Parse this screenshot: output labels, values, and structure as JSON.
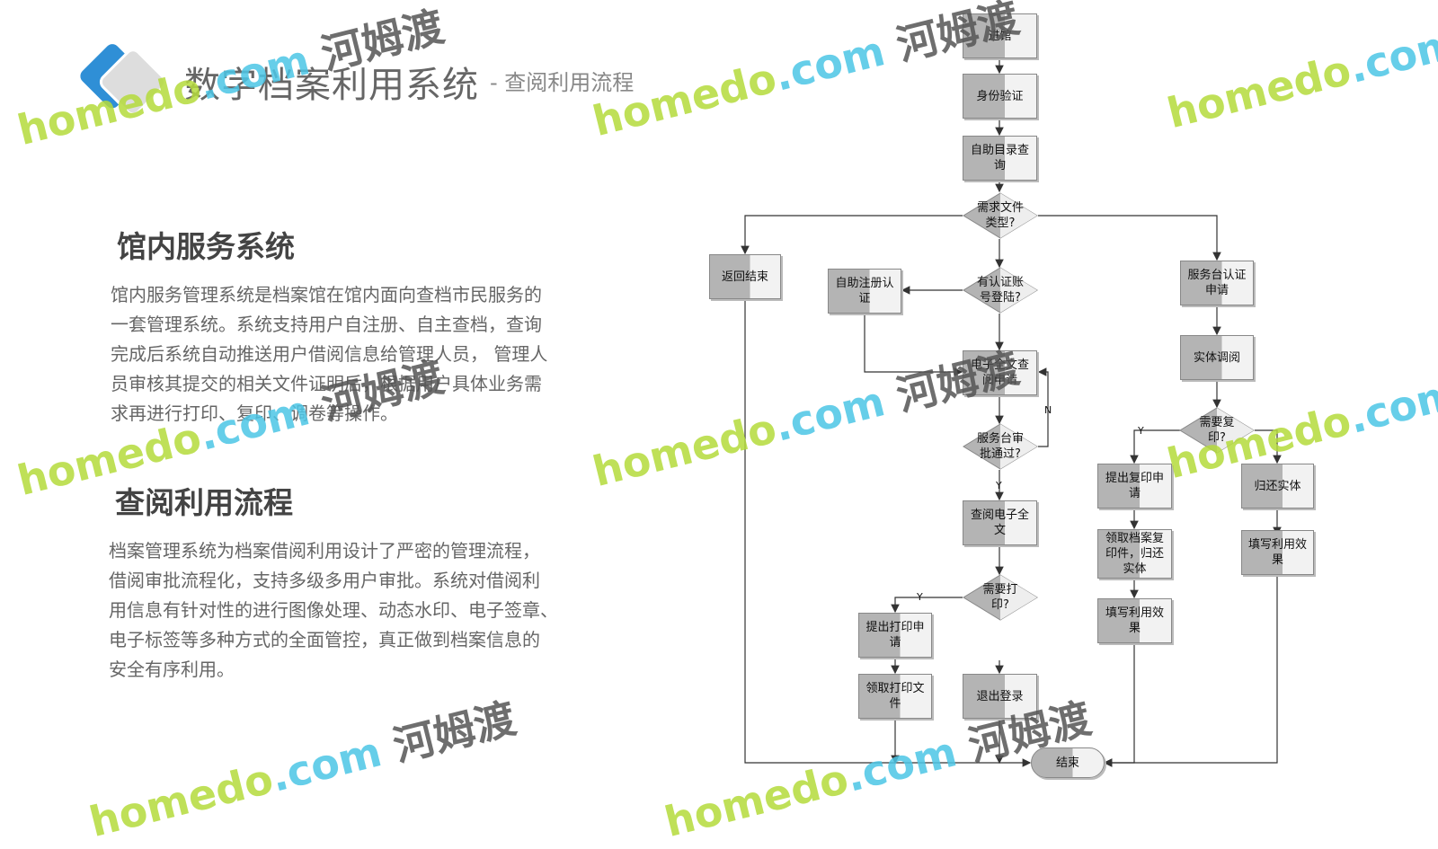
{
  "header": {
    "title": "数字档案利用系统",
    "subtitle": "-  查阅利用流程"
  },
  "sections": [
    {
      "heading": "馆内服务系统",
      "lines": [
        "馆内服务管理系统是档案馆在馆内面向查档市民服务的",
        "一套管理系统。系统支持用户自注册、自主查档，查询",
        "完成后系统自动推送用户借阅信息给管理人员， 管理人",
        "员审核其提交的相关文件证明后，根据用户具体业务需",
        "求再进行打印、复印、调卷等操作。"
      ]
    },
    {
      "heading": "查阅利用流程",
      "lines": [
        "档案管理系统为档案借阅利用设计了严密的管理流程，",
        "借阅审批流程化，支持多级多用户审批。系统对借阅利",
        "用信息有针对性的进行图像处理、动态水印、电子签章、",
        "电子标签等多种方式的全面管控，真正做到档案信息的",
        "安全有序利用。"
      ]
    }
  ],
  "flow": {
    "enter": "进馆",
    "identity": "身份验证",
    "catalog": "自助目录查询",
    "doc_type": "需求文件类型?",
    "return_end": "返回结束",
    "self_register": "自助注册认证",
    "has_account": "有认证账号登陆?",
    "desk_auth": "服务台认证申请",
    "physical": "实体调阅",
    "ebook_apply": "电子全文查阅申请",
    "approved": "服务台审批通过?",
    "need_copy": "需要复印?",
    "copy_apply": "提出复印申请",
    "return_physical": "归还实体",
    "view_full": "查阅电子全文",
    "get_copy": "领取档案复印件，归还实体",
    "feedback_right": "填写利用效果",
    "need_print": "需要打印?",
    "feedback_mid": "填写利用效果",
    "print_apply": "提出打印申请",
    "get_print": "领取打印文件",
    "logout": "退出登录",
    "end": "结束",
    "y": "Y",
    "n": "N"
  },
  "watermark": {
    "brand": "homedo",
    "domain": ".com",
    "cn": "河姆渡"
  }
}
